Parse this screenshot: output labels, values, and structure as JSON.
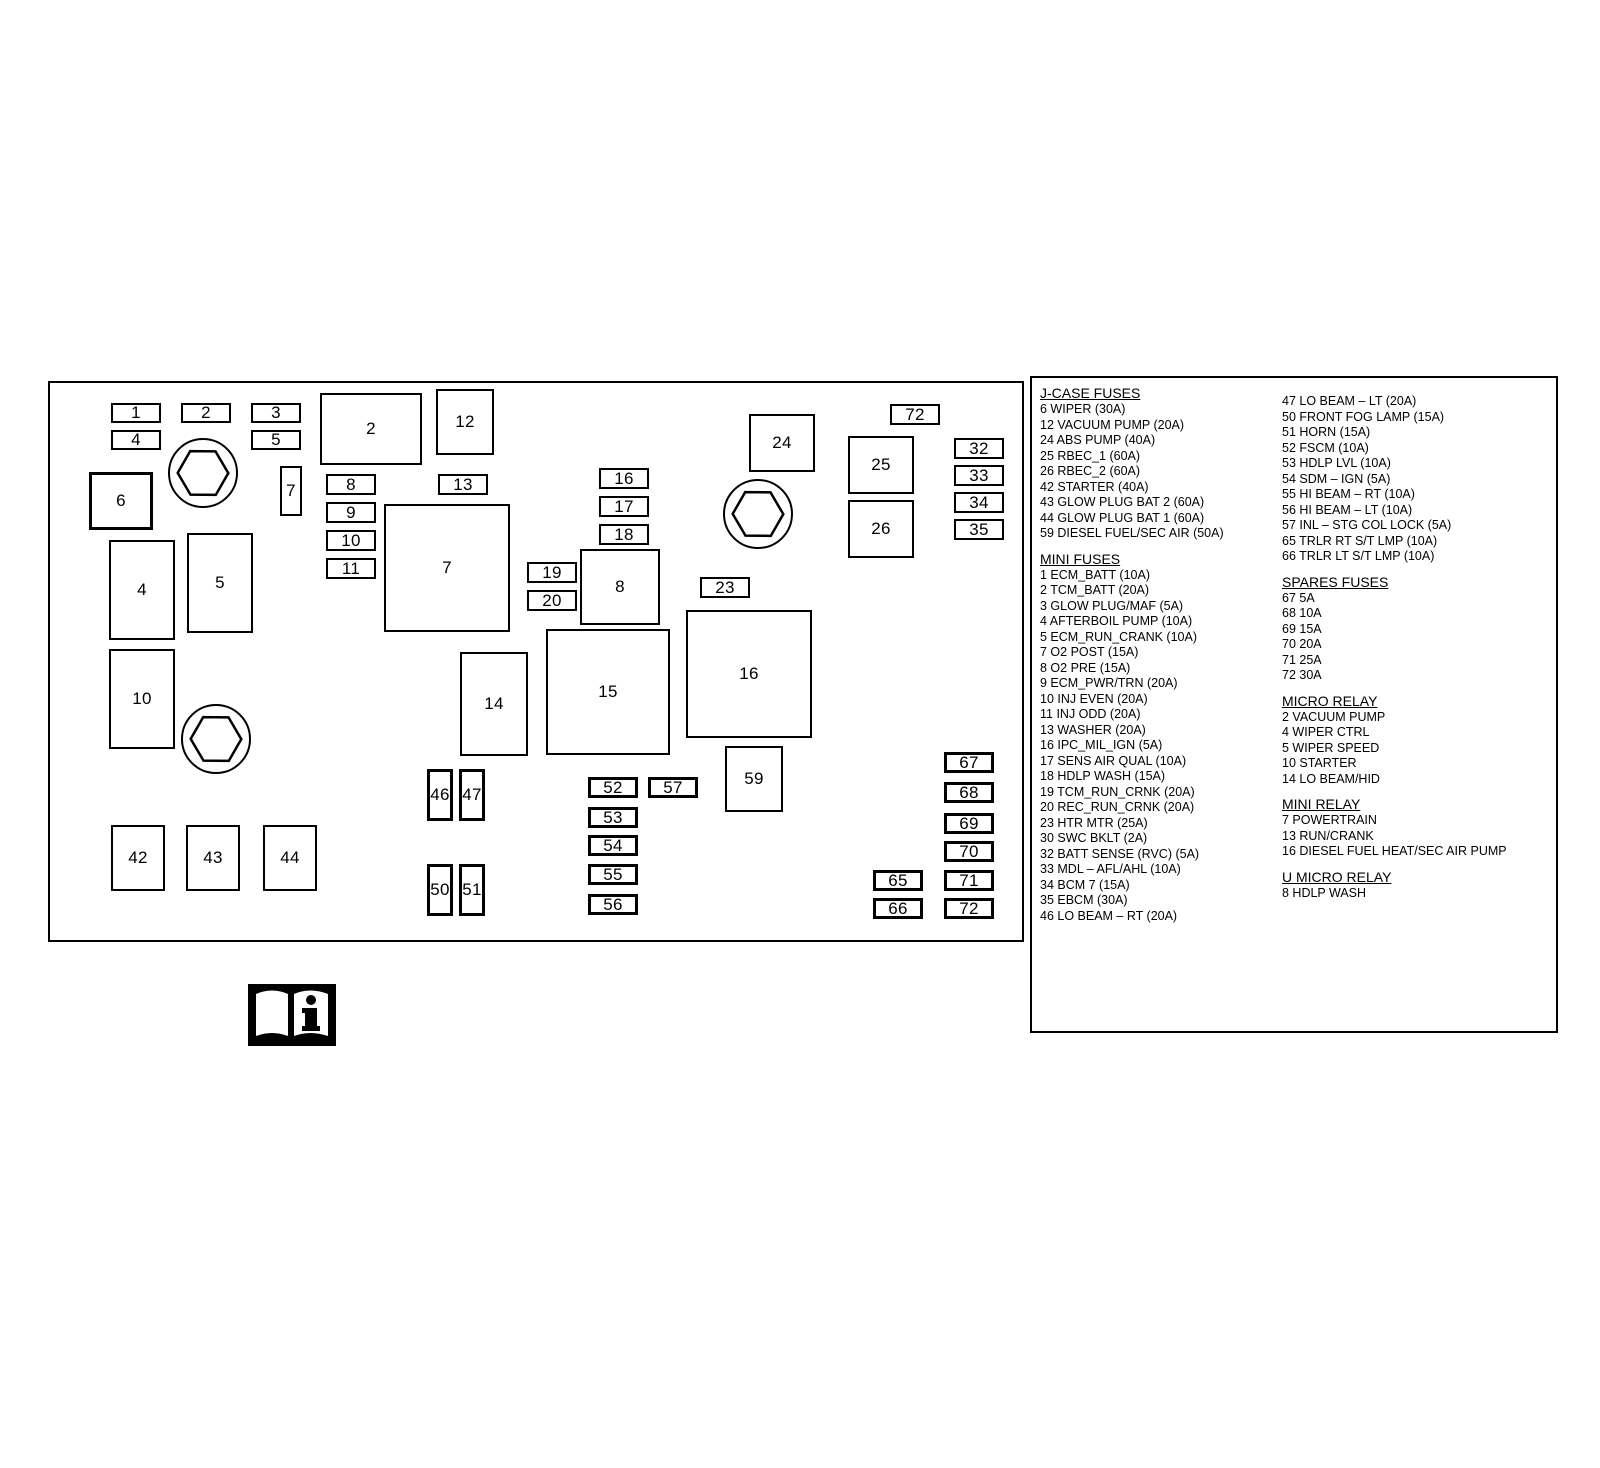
{
  "diagram": {
    "labels": {
      "f1": "1",
      "f2": "2",
      "f3": "3",
      "f4": "4",
      "f5": "5",
      "r2": "2",
      "r12": "12",
      "f7": "7",
      "f72top": "72",
      "j6": "6",
      "r4": "4",
      "r5": "5",
      "r10": "10",
      "f8": "8",
      "f9": "9",
      "f10": "10",
      "f11": "11",
      "f13": "13",
      "r7": "7",
      "f16": "16",
      "f17": "17",
      "f18": "18",
      "f19": "19",
      "f20": "20",
      "r8": "8",
      "f23": "23",
      "j24": "24",
      "j25": "25",
      "j26": "26",
      "f32": "32",
      "f33": "33",
      "f34": "34",
      "f35": "35",
      "r14": "14",
      "r15": "15",
      "r16": "16",
      "j59": "59",
      "j46": "46",
      "j47": "47",
      "j50": "50",
      "j51": "51",
      "j52": "52",
      "j57": "57",
      "j53": "53",
      "j54": "54",
      "j55": "55",
      "j56": "56",
      "j42": "42",
      "j43": "43",
      "j44": "44",
      "f67": "67",
      "f68": "68",
      "f69": "69",
      "f70": "70",
      "f71": "71",
      "f72": "72",
      "j65": "65",
      "j66": "66"
    }
  },
  "legend": {
    "jcase_title": "J-CASE FUSES",
    "jcase": [
      "6   WIPER (30A)",
      "12  VACUUM PUMP (20A)",
      "24  ABS PUMP (40A)",
      "25  RBEC_1 (60A)",
      "26  RBEC_2 (60A)",
      "42  STARTER (40A)",
      "43  GLOW PLUG BAT 2 (60A)",
      "44  GLOW PLUG BAT 1 (60A)",
      "59  DIESEL FUEL/SEC AIR (50A)"
    ],
    "mini_title": "MINI FUSES",
    "mini": [
      "1   ECM_BATT (10A)",
      "2   TCM_BATT (20A)",
      "3   GLOW PLUG/MAF (5A)",
      "4   AFTERBOIL PUMP (10A)",
      "5   ECM_RUN_CRANK (10A)",
      "7   O2 POST (15A)",
      "8   O2 PRE (15A)",
      "9   ECM_PWR/TRN (20A)",
      "10  INJ EVEN (20A)",
      "11  INJ ODD (20A)",
      "13  WASHER (20A)",
      "16  IPC_MIL_IGN (5A)",
      "17  SENS AIR QUAL (10A)",
      "18  HDLP WASH (15A)",
      "19  TCM_RUN_CRNK (20A)",
      "20  REC_RUN_CRNK (20A)",
      "23  HTR MTR (25A)",
      "30  SWC BKLT (2A)",
      "32  BATT SENSE (RVC) (5A)",
      "33  MDL – AFL/AHL (10A)",
      "34  BCM 7 (15A)",
      "35  EBCM (30A)",
      "46  LO BEAM – RT (20A)"
    ],
    "jcase2": [
      "47  LO BEAM – LT (20A)",
      "50  FRONT FOG LAMP (15A)",
      "51  HORN (15A)",
      "52 FSCM (10A)",
      "53  HDLP LVL (10A)",
      "54  SDM – IGN (5A)",
      "55  HI BEAM – RT (10A)",
      "56  HI BEAM – LT (10A)",
      "57  INL – STG COL LOCK (5A)",
      "65  TRLR RT S/T LMP (10A)",
      "66  TRLR LT S/T LMP (10A)"
    ],
    "spares_title": "SPARES FUSES",
    "spares": [
      "67  5A",
      "68  10A",
      "69  15A",
      "70  20A",
      "71  25A",
      "72  30A"
    ],
    "micro_title": "MICRO RELAY",
    "micro": [
      "2   VACUUM PUMP",
      "4   WIPER CTRL",
      "5   WIPER SPEED",
      "10  STARTER",
      "14  LO BEAM/HID"
    ],
    "minirelay_title": "MINI RELAY",
    "minirelay": [
      "7    POWERTRAIN",
      "13  RUN/CRANK",
      "16  DIESEL FUEL  HEAT/SEC AIR PUMP"
    ],
    "umicro_title": "U MICRO RELAY",
    "umicro": [
      "8  HDLP WASH"
    ]
  },
  "icons": {
    "manual": "owner-manual-info-icon",
    "stud": "hex-stud-icon"
  }
}
